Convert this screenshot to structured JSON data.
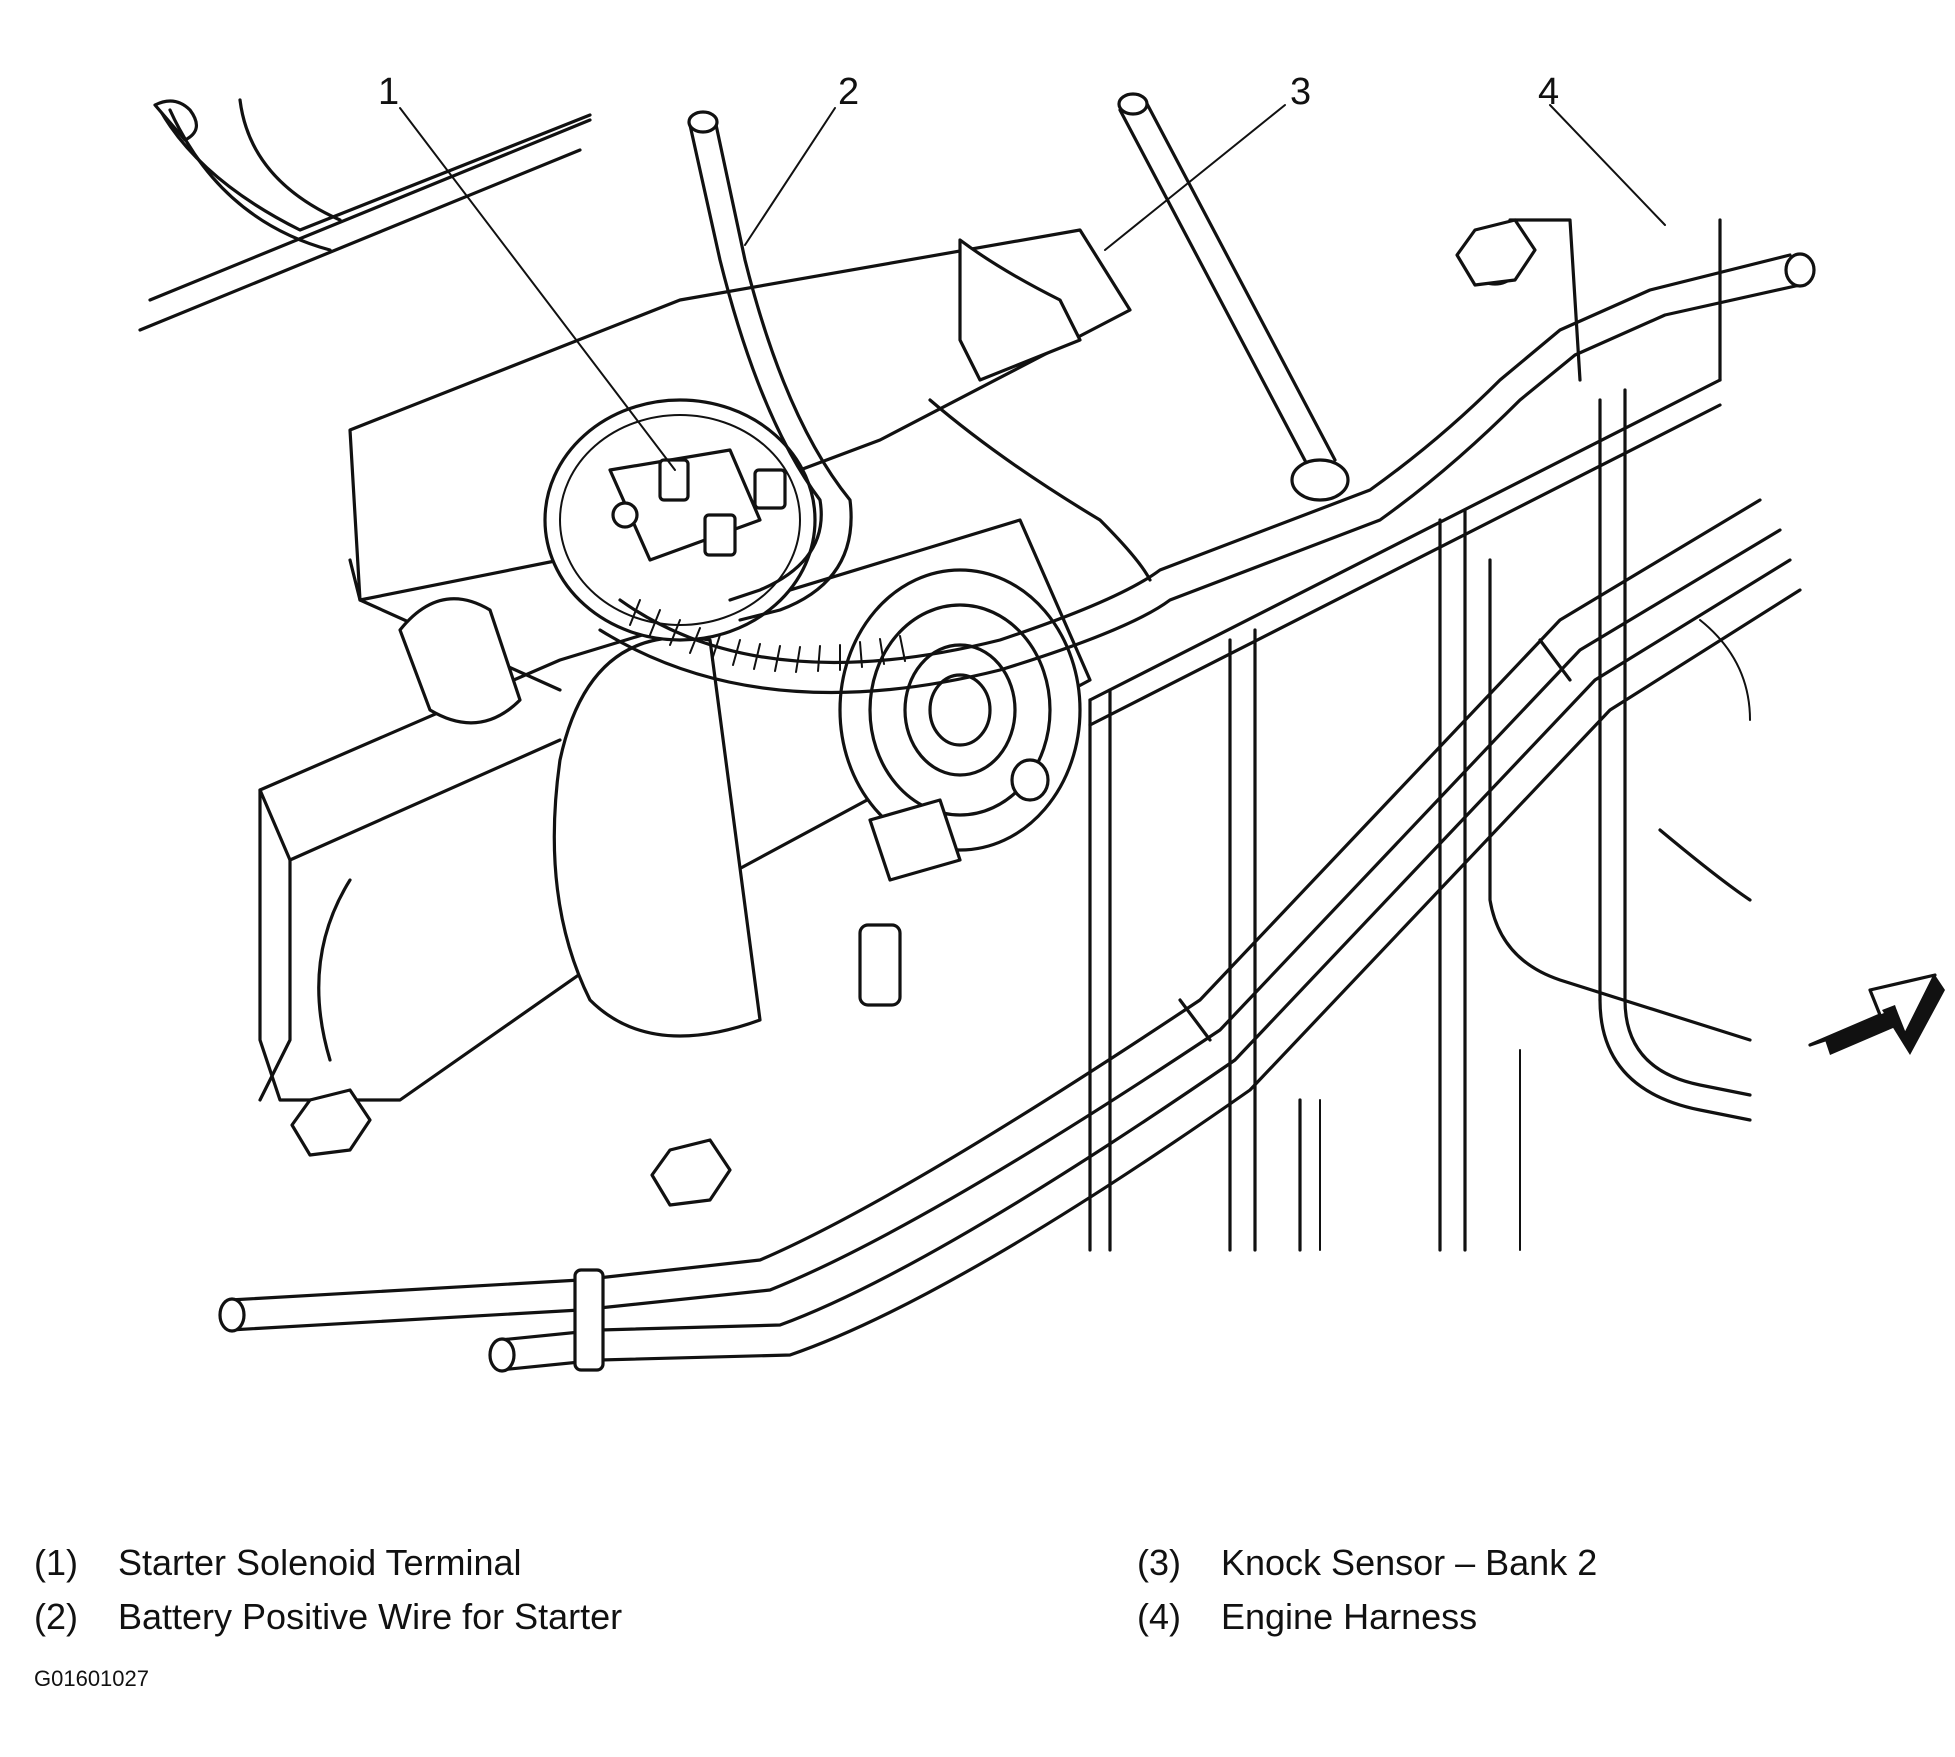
{
  "callouts": [
    {
      "number": "1",
      "label": "Starter Solenoid Terminal"
    },
    {
      "number": "2",
      "label": "Battery Positive Wire for Starter"
    },
    {
      "number": "3",
      "label": "Knock Sensor – Bank 2"
    },
    {
      "number": "4",
      "label": "Engine Harness"
    }
  ],
  "legend": {
    "item_1": {
      "num": "(1)",
      "text": "Starter Solenoid Terminal"
    },
    "item_2": {
      "num": "(2)",
      "text": "Battery Positive Wire for Starter"
    },
    "item_3": {
      "num": "(3)",
      "text": "Knock Sensor – Bank 2"
    },
    "item_4": {
      "num": "(4)",
      "text": "Engine Harness"
    }
  },
  "figure_id": "G01601027",
  "colors": {
    "ink": "#111111",
    "paper": "#ffffff"
  },
  "icons": [
    "direction-arrow-icon"
  ]
}
